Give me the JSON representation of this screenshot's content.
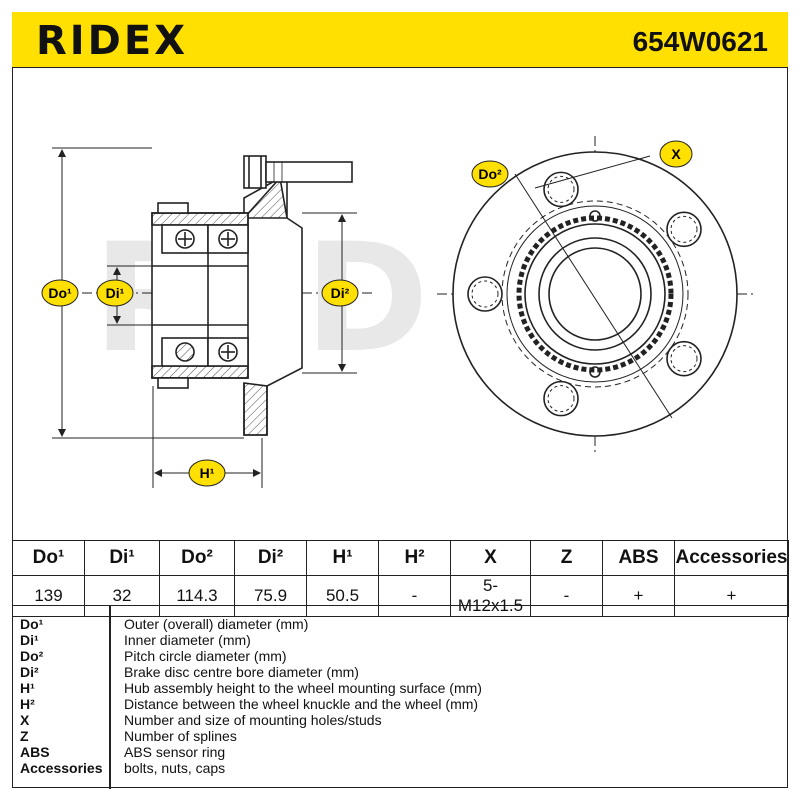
{
  "header": {
    "brand": "RIDEX",
    "part_number": "654W0621"
  },
  "drawing": {
    "watermark": "RIDEX",
    "labels": {
      "do1": "Do¹",
      "di1": "Di¹",
      "di2": "Di²",
      "h1": "H¹",
      "do2": "Do²",
      "x": "X"
    }
  },
  "specs": {
    "headers": [
      "Do¹",
      "Di¹",
      "Do²",
      "Di²",
      "H¹",
      "H²",
      "X",
      "Z",
      "ABS",
      "Accessories"
    ],
    "values": [
      "139",
      "32",
      "114.3",
      "75.9",
      "50.5",
      "-",
      "5-M12x1.5",
      "-",
      "+",
      "+"
    ]
  },
  "legend": [
    {
      "term": "Do¹",
      "definition": "Outer (overall) diameter (mm)"
    },
    {
      "term": "Di¹",
      "definition": "Inner diameter (mm)"
    },
    {
      "term": "Do²",
      "definition": "Pitch circle diameter (mm)"
    },
    {
      "term": "Di²",
      "definition": "Brake disc centre bore diameter (mm)"
    },
    {
      "term": "H¹",
      "definition": "Hub assembly height to the wheel mounting surface (mm)"
    },
    {
      "term": "H²",
      "definition": "Distance between the wheel knuckle and the wheel (mm)"
    },
    {
      "term": "X",
      "definition": "Number and size of mounting holes/studs"
    },
    {
      "term": "Z",
      "definition": "Number of splines"
    },
    {
      "term": "ABS",
      "definition": "ABS sensor ring"
    },
    {
      "term": "Accessories",
      "definition": "bolts, nuts, caps"
    }
  ],
  "colors": {
    "accent": "#ffe000",
    "line": "#222222",
    "watermark": "#e6e6e6"
  }
}
